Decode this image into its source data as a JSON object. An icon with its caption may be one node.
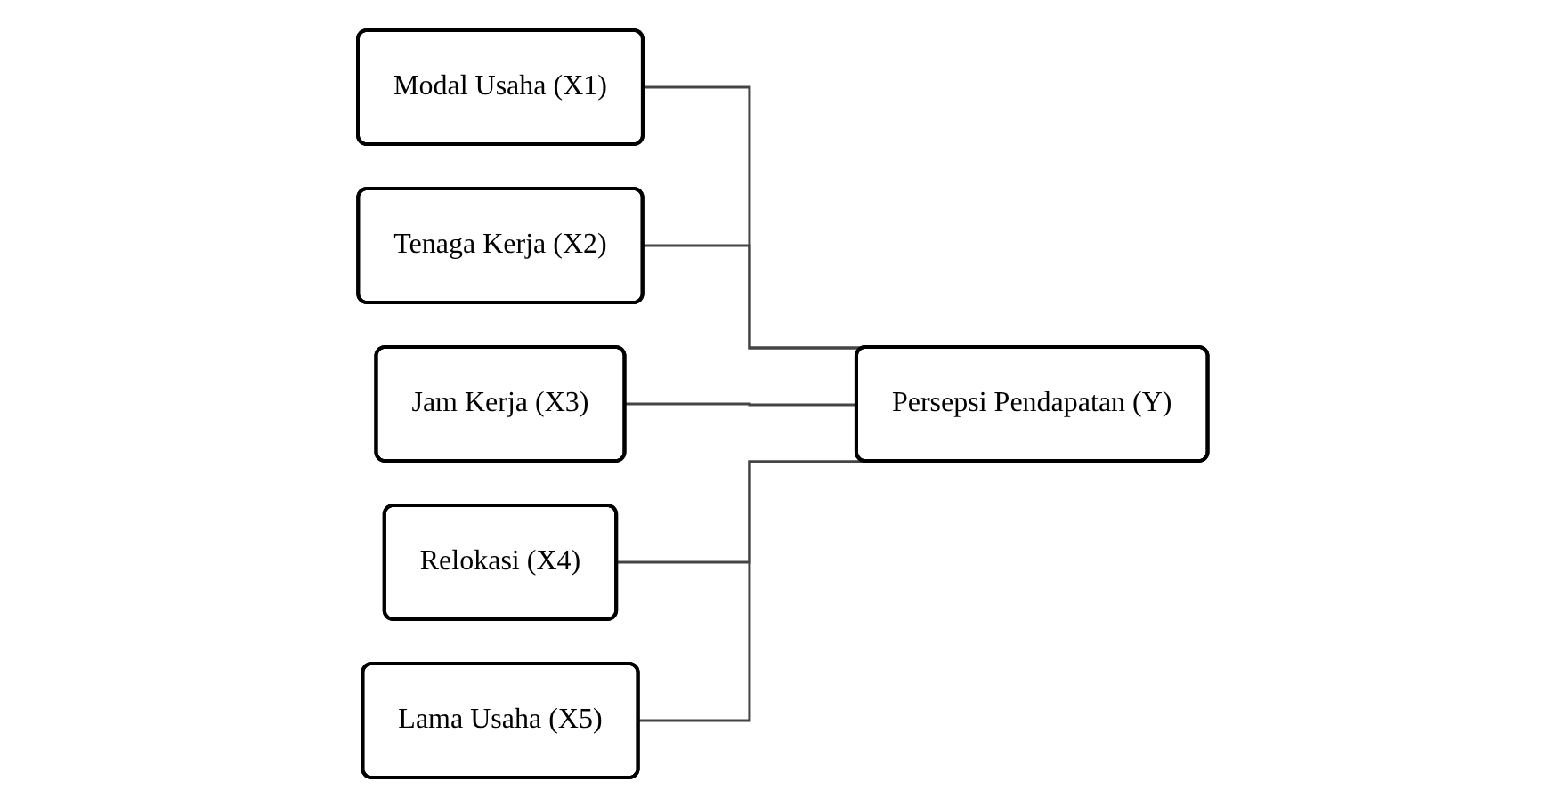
{
  "diagram": {
    "nodes": [
      {
        "text": [
          "Modal Usaha (X1)"
        ]
      },
      {
        "text": [
          "Tenaga Kerja (X2)"
        ]
      },
      {
        "text": [
          "Jam Kerja (X3)"
        ]
      },
      {
        "text": [
          "Relokasi (X4)"
        ]
      },
      {
        "text": [
          "Lama Usaha (X5)"
        ]
      },
      {
        "text": [
          "Persepsi Pendapatan (Y)"
        ]
      }
    ],
    "edges": [
      {
        "from": 0,
        "to": 5,
        "arrow": "none"
      },
      {
        "from": 1,
        "to": 5,
        "arrow": "none"
      },
      {
        "from": 2,
        "to": 5,
        "arrow": "none"
      },
      {
        "from": 3,
        "to": 5,
        "arrow": "none"
      },
      {
        "from": 4,
        "to": 5,
        "arrow": "none"
      }
    ]
  }
}
